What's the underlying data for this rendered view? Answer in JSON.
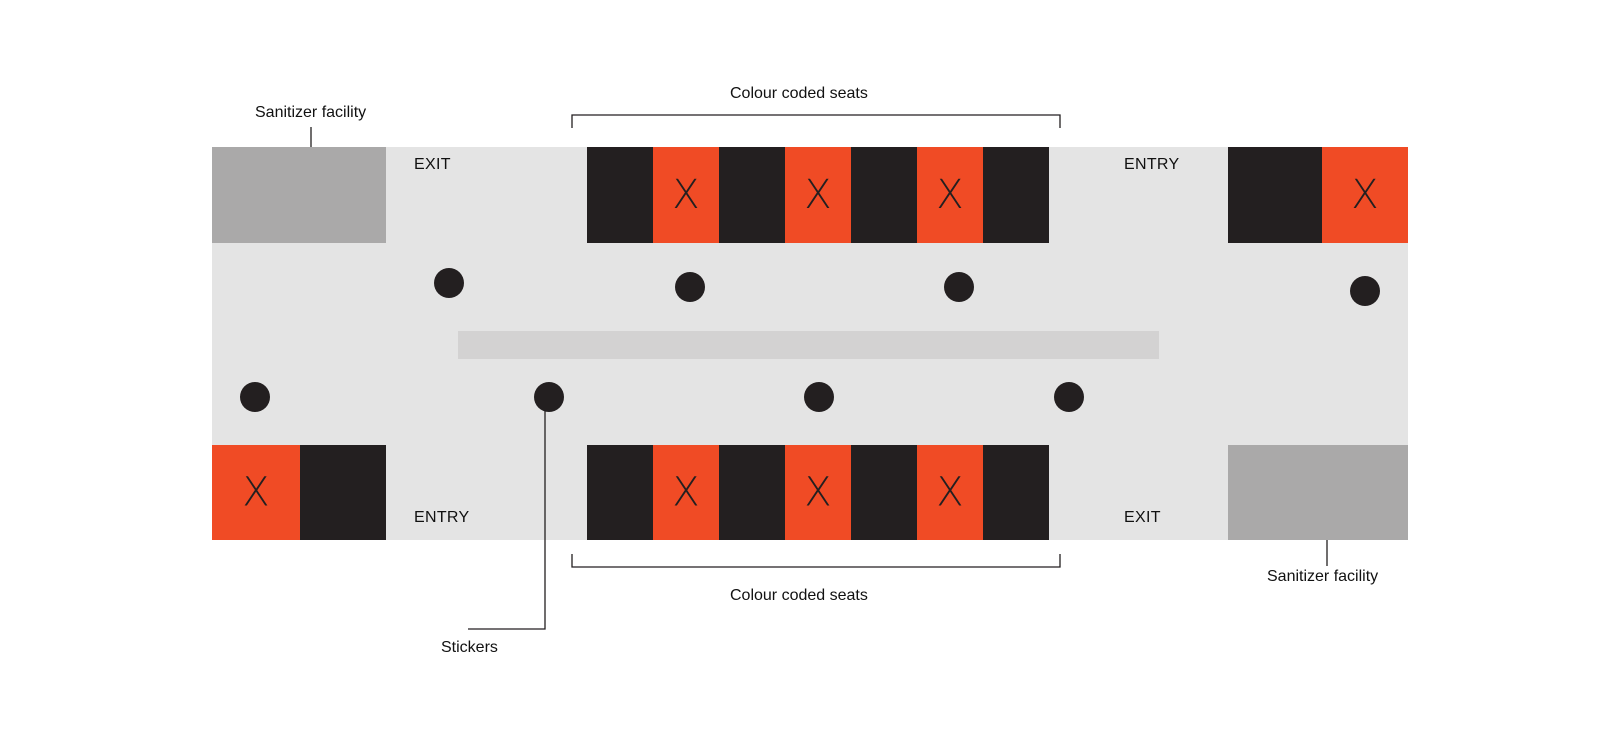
{
  "labels": {
    "sanitizer_top": "Sanitizer facility",
    "sanitizer_bottom": "Sanitizer facility",
    "seats_top": "Colour coded seats",
    "seats_bottom": "Colour coded seats",
    "stickers": "Stickers",
    "exit_top": "EXIT",
    "entry_top": "ENTRY",
    "entry_bottom": "ENTRY",
    "exit_bottom": "EXIT",
    "seat_mark": "X"
  },
  "colors": {
    "floor": "#e4e4e4",
    "aisle_bar": "#d3d2d2",
    "sanitizer": "#aaa9a9",
    "seat_occupied": "#231f20",
    "seat_blocked": "#f04b25",
    "sticker": "#231f20",
    "line": "#231f20"
  },
  "seat_rows": {
    "top_left_group": [
      "open",
      "blocked",
      "open",
      "blocked",
      "open",
      "blocked",
      "open"
    ],
    "top_right_group": [
      "open",
      "blocked"
    ],
    "bottom_left_group": [
      "blocked",
      "open"
    ],
    "bottom_center_group": [
      "open",
      "blocked",
      "open",
      "blocked",
      "open",
      "blocked",
      "open"
    ]
  }
}
